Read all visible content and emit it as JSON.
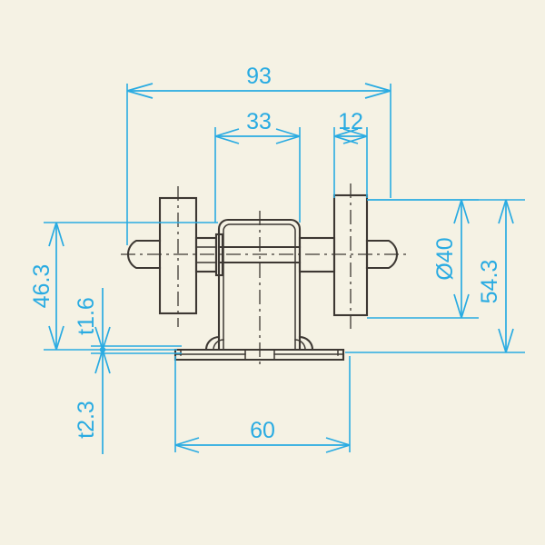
{
  "drawing": {
    "title": "Mechanical bracket roller assembly - dimensioned orthographic view",
    "background_color": "#f5f2e4",
    "dimension_color": "#29abe2",
    "part_line_color": "#3d3833",
    "units": "mm"
  },
  "dimensions": {
    "overall_width": "93",
    "inner_width": "33",
    "roller_thickness": "12",
    "height_to_base": "46.3",
    "plate_thickness_1": "t1.6",
    "plate_thickness_2": "t2.3",
    "roller_diameter": "Ø40",
    "overall_height": "54.3",
    "base_width": "60"
  },
  "dimension_list": [
    {
      "id": "overall-width",
      "label": "93",
      "orientation": "horizontal",
      "position": "top"
    },
    {
      "id": "inner-width",
      "label": "33",
      "orientation": "horizontal",
      "position": "top"
    },
    {
      "id": "roller-thickness",
      "label": "12",
      "orientation": "horizontal",
      "position": "top"
    },
    {
      "id": "height-to-base",
      "label": "46.3",
      "orientation": "vertical",
      "position": "left"
    },
    {
      "id": "plate-thickness-1",
      "label": "t1.6",
      "orientation": "vertical",
      "position": "left"
    },
    {
      "id": "plate-thickness-2",
      "label": "t2.3",
      "orientation": "vertical",
      "position": "left"
    },
    {
      "id": "roller-diameter",
      "label": "Ø40",
      "orientation": "vertical",
      "position": "right"
    },
    {
      "id": "overall-height",
      "label": "54.3",
      "orientation": "vertical",
      "position": "right"
    },
    {
      "id": "base-width",
      "label": "60",
      "orientation": "horizontal",
      "position": "bottom"
    }
  ]
}
